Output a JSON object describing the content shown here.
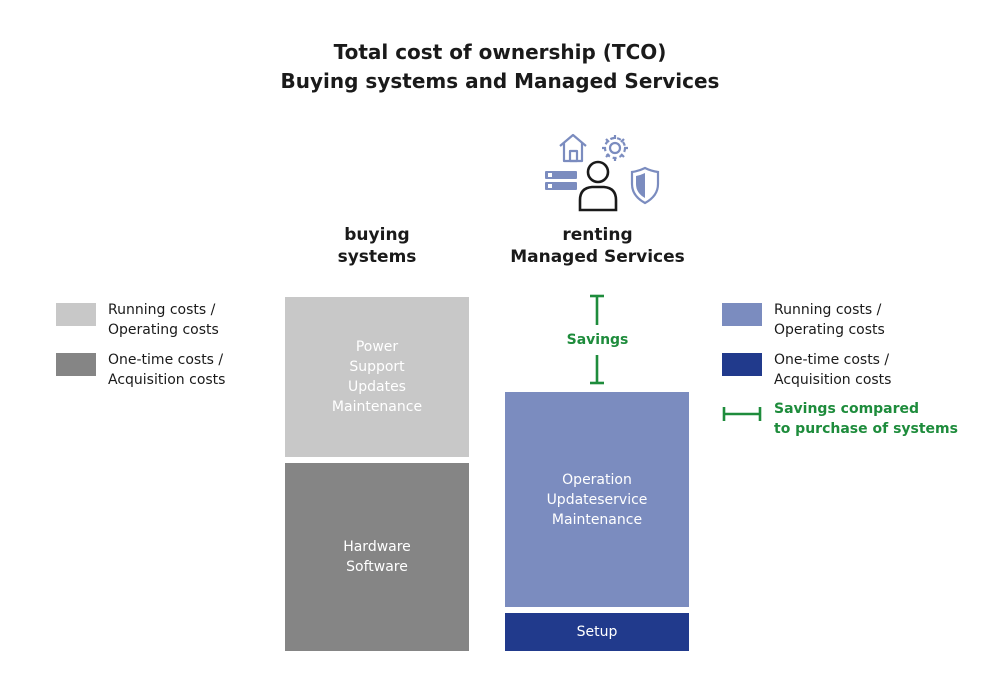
{
  "title": {
    "line1": "Total cost of ownership (TCO)",
    "line2": "Buying systems and Managed Services"
  },
  "columns": {
    "buying": {
      "line1": "buying",
      "line2": "systems"
    },
    "renting": {
      "line1": "renting",
      "line2": "Managed Services"
    }
  },
  "blocks": {
    "buy_running": "Power\nSupport\nUpdates\nMaintenance",
    "buy_onetime": "Hardware\nSoftware",
    "rent_running": "Operation\nUpdateservice\nMaintenance",
    "rent_onetime": "Setup"
  },
  "savings_label": "Savings",
  "legend_left": [
    {
      "label": "Running costs /\nOperating costs",
      "color": "#c8c8c8"
    },
    {
      "label": "One-time costs /\nAcquisition costs",
      "color": "#858585"
    }
  ],
  "legend_right": [
    {
      "label": "Running costs /\nOperating costs",
      "color": "#7b8cbf"
    },
    {
      "label": "One-time costs /\nAcquisition costs",
      "color": "#213a8c"
    },
    {
      "label": "Savings compared\nto purchase of systems",
      "color": "#1e8c3c"
    }
  ],
  "colors": {
    "buy_running": "#c8c8c8",
    "buy_onetime": "#858585",
    "rent_running": "#7b8cbf",
    "rent_onetime": "#213a8c",
    "savings": "#1e8c3c",
    "icons": "#7b8cbf"
  },
  "icons": [
    "house-icon",
    "gear-icon",
    "server-icon",
    "user-icon",
    "shield-icon"
  ]
}
